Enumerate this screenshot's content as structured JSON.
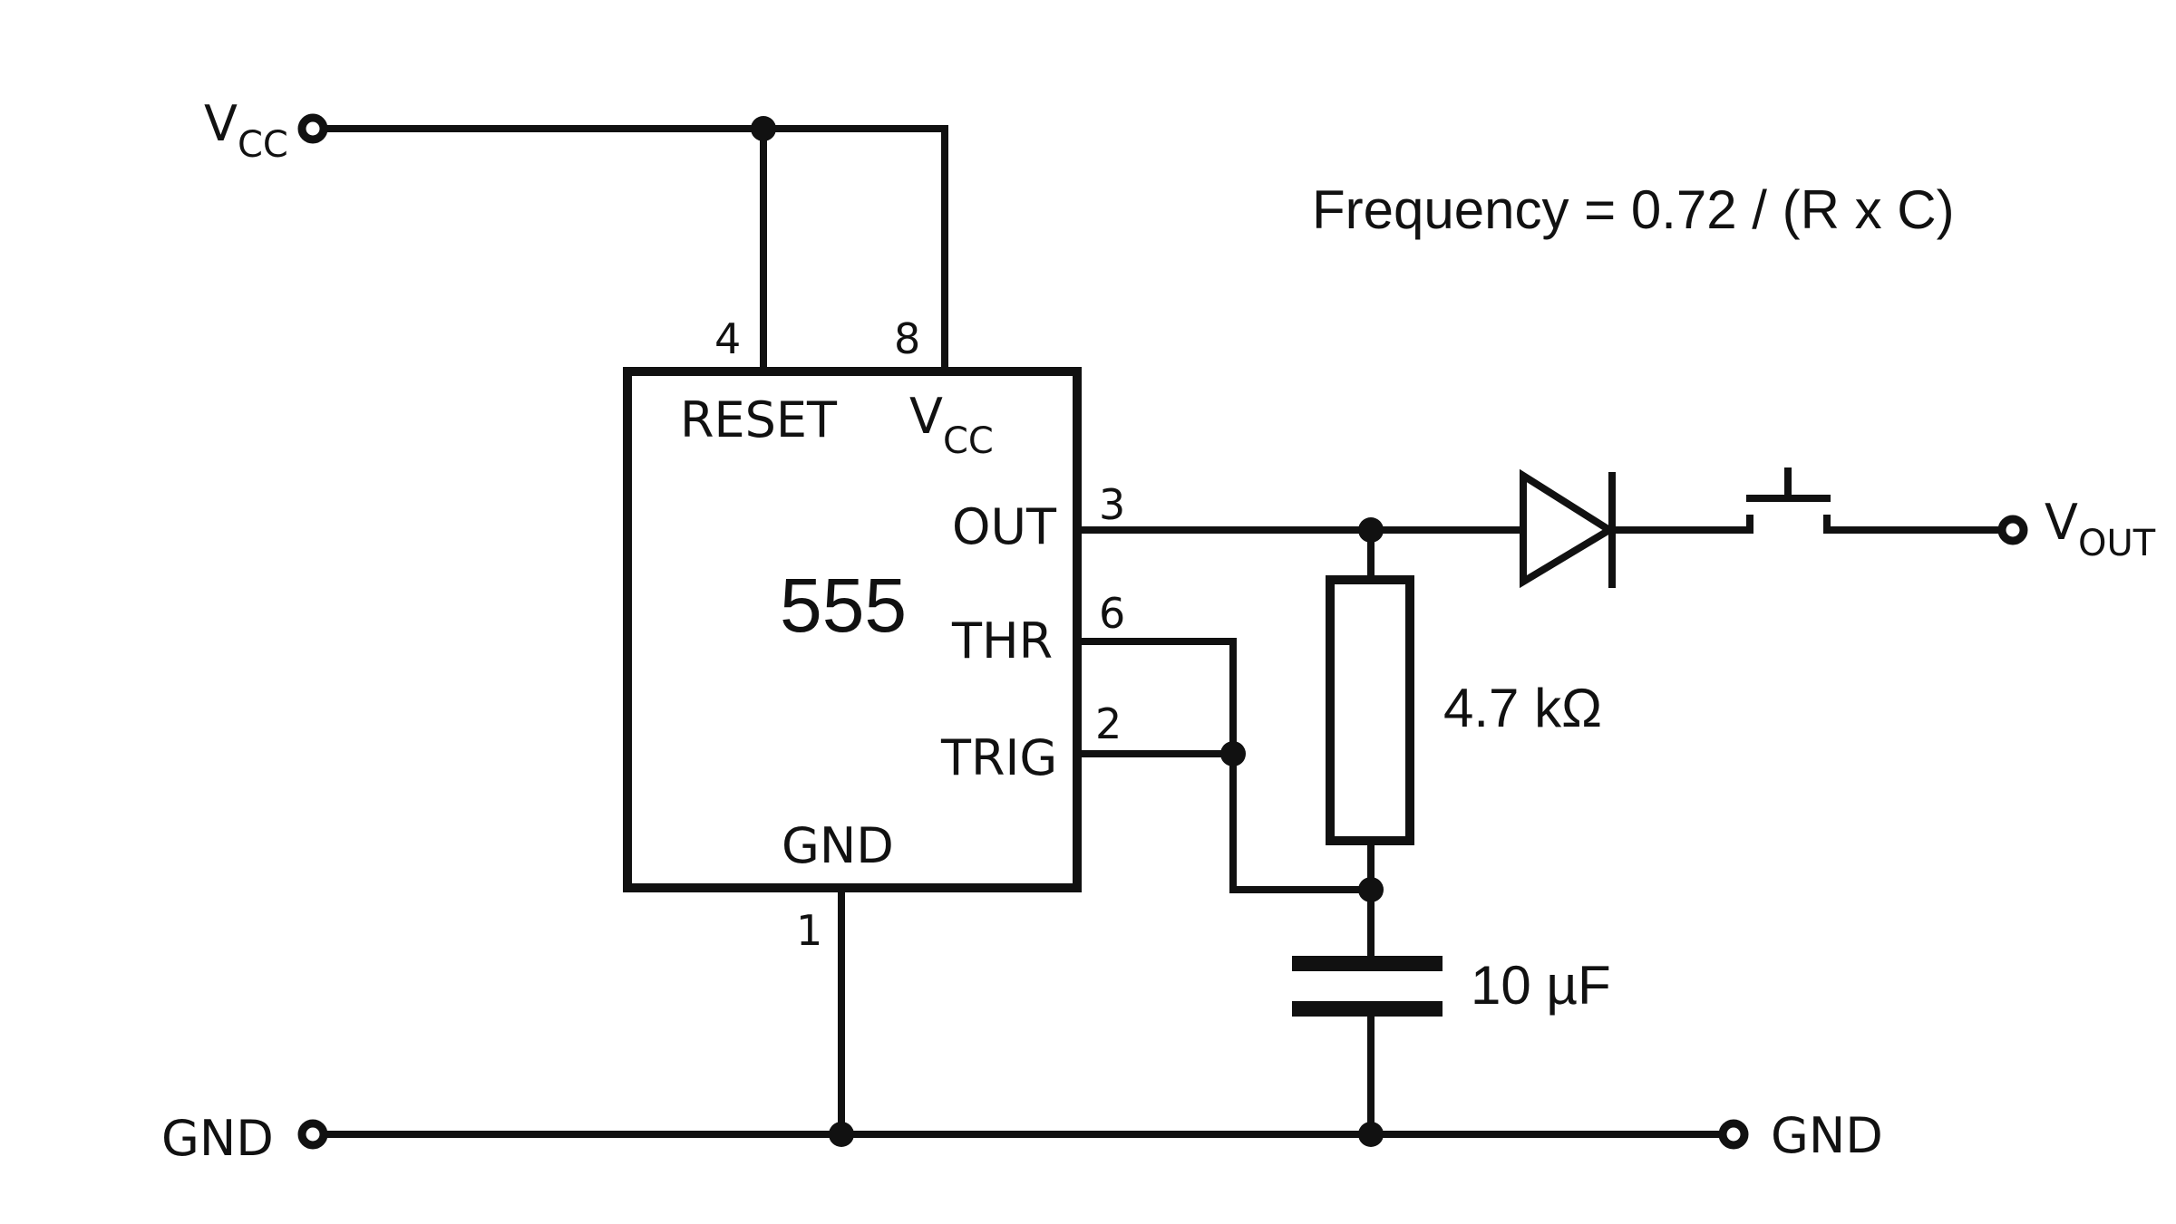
{
  "formula": "Frequency = 0.72 / (R x C)",
  "ic": {
    "name": "555",
    "pins": {
      "reset": {
        "number": "4",
        "label": "RESET"
      },
      "vcc": {
        "number": "8",
        "label_main": "V",
        "label_sub": "CC"
      },
      "out": {
        "number": "3",
        "label": "OUT"
      },
      "thr": {
        "number": "6",
        "label": "THR"
      },
      "trig": {
        "number": "2",
        "label": "TRIG"
      },
      "gnd": {
        "number": "1",
        "label": "GND"
      }
    }
  },
  "terminals": {
    "vcc_in": {
      "main": "V",
      "sub": "CC"
    },
    "gnd_left": {
      "label": "GND"
    },
    "gnd_right": {
      "label": "GND"
    },
    "vout": {
      "main": "V",
      "sub": "OUT"
    }
  },
  "components": {
    "resistor": {
      "value": "4.7 kΩ"
    },
    "capacitor": {
      "value": "10 µF"
    }
  }
}
